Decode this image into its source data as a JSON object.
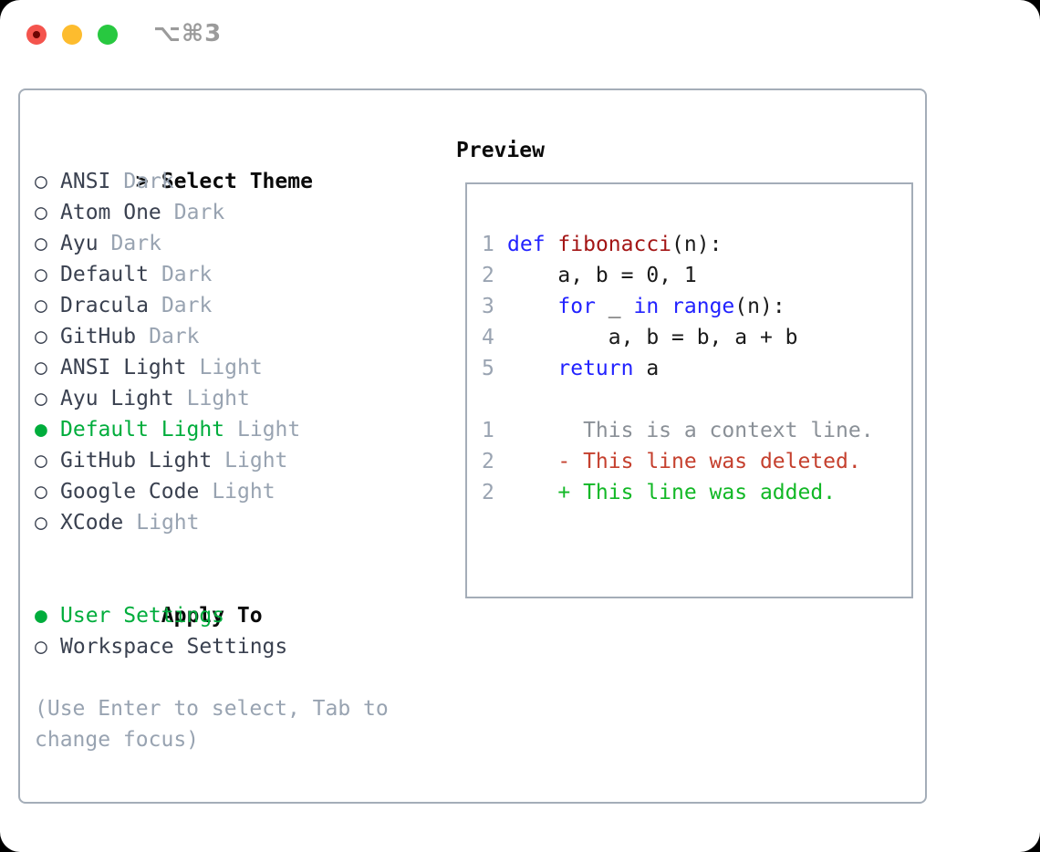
{
  "titlebar": {
    "shortcut": "⌥⌘3",
    "window_controls": {
      "close": "#f4544d",
      "minimize": "#fdbc2e",
      "maximize": "#28c840"
    }
  },
  "glyphs": {
    "header_marker": ">",
    "radio_selected": "●",
    "radio_unselected": "○"
  },
  "colors": {
    "accent_green": "#00ad3c",
    "keyword_blue": "#2222ff",
    "function_red": "#a31515",
    "diff_deleted_red": "#c5402e",
    "diff_added_green": "#12b826",
    "muted_gray": "#98a3b1",
    "panel_border": "#a4adb8"
  },
  "theme_select": {
    "heading": "Select Theme",
    "options": [
      {
        "name": "ANSI",
        "variant": "Dark",
        "selected": false
      },
      {
        "name": "Atom One",
        "variant": "Dark",
        "selected": false
      },
      {
        "name": "Ayu",
        "variant": "Dark",
        "selected": false
      },
      {
        "name": "Default",
        "variant": "Dark",
        "selected": false
      },
      {
        "name": "Dracula",
        "variant": "Dark",
        "selected": false
      },
      {
        "name": "GitHub",
        "variant": "Dark",
        "selected": false
      },
      {
        "name": "ANSI Light",
        "variant": "Light",
        "selected": false
      },
      {
        "name": "Ayu Light",
        "variant": "Light",
        "selected": false
      },
      {
        "name": "Default Light",
        "variant": "Light",
        "selected": true
      },
      {
        "name": "GitHub Light",
        "variant": "Light",
        "selected": false
      },
      {
        "name": "Google Code",
        "variant": "Light",
        "selected": false
      },
      {
        "name": "XCode",
        "variant": "Light",
        "selected": false
      }
    ]
  },
  "apply_to": {
    "heading": "Apply To",
    "options": [
      {
        "name": "User Settings",
        "selected": true
      },
      {
        "name": "Workspace Settings",
        "selected": false
      }
    ]
  },
  "help": {
    "line1": "(Use Enter to select, Tab to",
    "line2": "change focus)"
  },
  "preview": {
    "heading": "Preview",
    "code_lines": [
      {
        "num": "1",
        "tokens": [
          {
            "text": "def",
            "type": "keyword"
          },
          {
            "text": " ",
            "type": "plain"
          },
          {
            "text": "fibonacci",
            "type": "function"
          },
          {
            "text": "(n):",
            "type": "plain"
          }
        ]
      },
      {
        "num": "2",
        "tokens": [
          {
            "text": "    a, b = 0, 1",
            "type": "plain"
          }
        ]
      },
      {
        "num": "3",
        "tokens": [
          {
            "text": "    ",
            "type": "plain"
          },
          {
            "text": "for",
            "type": "keyword"
          },
          {
            "text": " _ ",
            "type": "plain"
          },
          {
            "text": "in",
            "type": "keyword"
          },
          {
            "text": " ",
            "type": "plain"
          },
          {
            "text": "range",
            "type": "keyword"
          },
          {
            "text": "(n):",
            "type": "plain"
          }
        ]
      },
      {
        "num": "4",
        "tokens": [
          {
            "text": "        a, b = b, a + b",
            "type": "plain"
          }
        ]
      },
      {
        "num": "5",
        "tokens": [
          {
            "text": "    ",
            "type": "plain"
          },
          {
            "text": "return",
            "type": "keyword"
          },
          {
            "text": " a",
            "type": "plain"
          }
        ]
      }
    ],
    "diff_lines": [
      {
        "num": "1",
        "text": "      This is a context line.",
        "type": "context"
      },
      {
        "num": "2",
        "text": "    - This line was deleted.",
        "type": "deleted"
      },
      {
        "num": "2",
        "text": "    + This line was added.",
        "type": "added"
      }
    ]
  }
}
